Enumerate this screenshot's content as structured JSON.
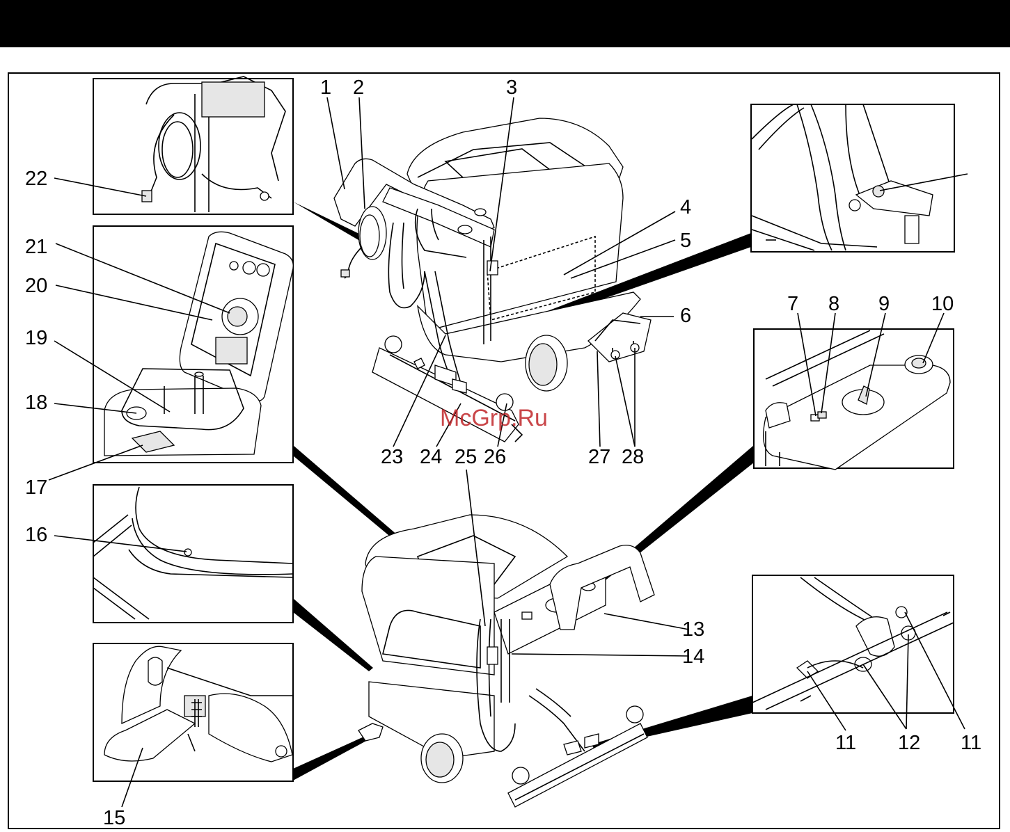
{
  "watermark": "McGrp.Ru",
  "callouts": {
    "c1": "1",
    "c2": "2",
    "c3": "3",
    "c4": "4",
    "c5": "5",
    "c6": "6",
    "c7": "7",
    "c8": "8",
    "c9": "9",
    "c10": "10",
    "c11a": "11",
    "c11b": "11",
    "c12": "12",
    "c13": "13",
    "c14": "14",
    "c15": "15",
    "c16": "16",
    "c17": "17",
    "c18": "18",
    "c19": "19",
    "c20": "20",
    "c21": "21",
    "c22": "22",
    "c23": "23",
    "c24": "24",
    "c25": "25",
    "c26": "26",
    "c27": "27",
    "c28": "28"
  },
  "symbols": {
    "nozzle_mark": "hand-nozzle-symbol"
  }
}
